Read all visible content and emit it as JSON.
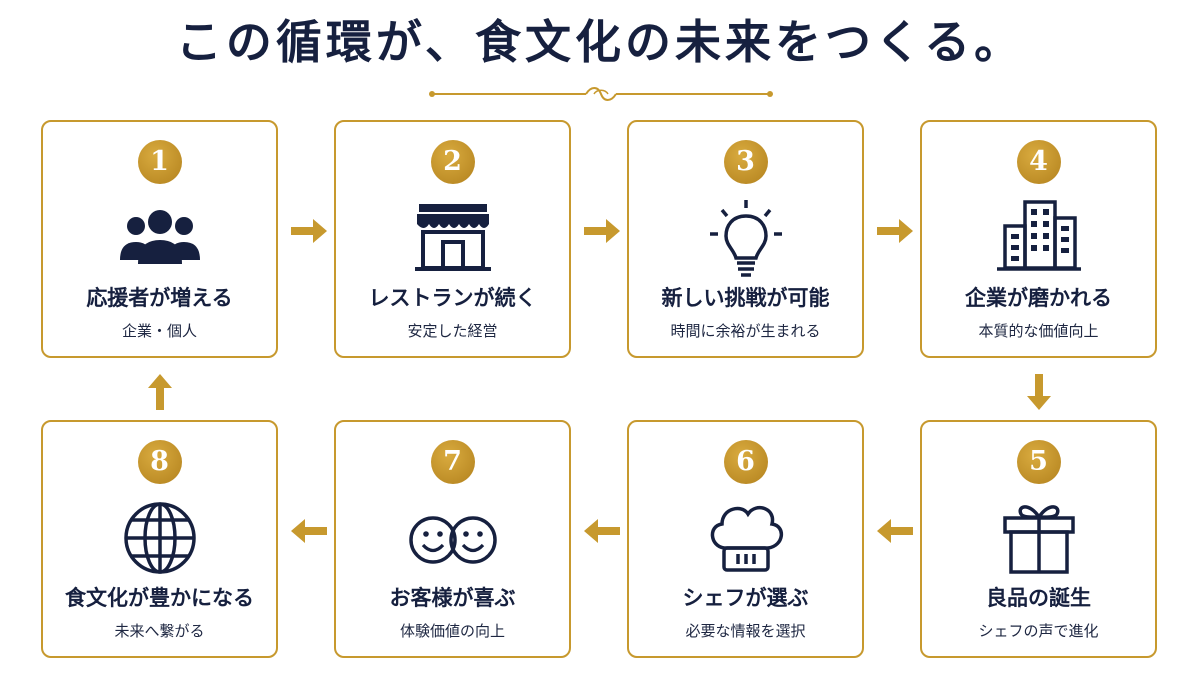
{
  "title": "この循環が、食文化の未来をつくる。",
  "colors": {
    "gold": "#c7992e",
    "navy": "#16203f"
  },
  "cards": [
    {
      "num": "1",
      "title": "応援者が増える",
      "sub": "企業・個人",
      "icon": "people-group-icon"
    },
    {
      "num": "2",
      "title": "レストランが続く",
      "sub": "安定した経営",
      "icon": "storefront-icon"
    },
    {
      "num": "3",
      "title": "新しい挑戦が可能",
      "sub": "時間に余裕が生まれる",
      "icon": "lightbulb-icon"
    },
    {
      "num": "4",
      "title": "企業が磨かれる",
      "sub": "本質的な価値向上",
      "icon": "office-building-icon"
    },
    {
      "num": "5",
      "title": "良品の誕生",
      "sub": "シェフの声で進化",
      "icon": "gift-box-icon"
    },
    {
      "num": "6",
      "title": "シェフが選ぶ",
      "sub": "必要な情報を選択",
      "icon": "chef-hat-icon"
    },
    {
      "num": "7",
      "title": "お客様が喜ぶ",
      "sub": "体験価値の向上",
      "icon": "smiling-faces-icon"
    },
    {
      "num": "8",
      "title": "食文化が豊かになる",
      "sub": "未来へ繋がる",
      "icon": "globe-icon"
    }
  ]
}
